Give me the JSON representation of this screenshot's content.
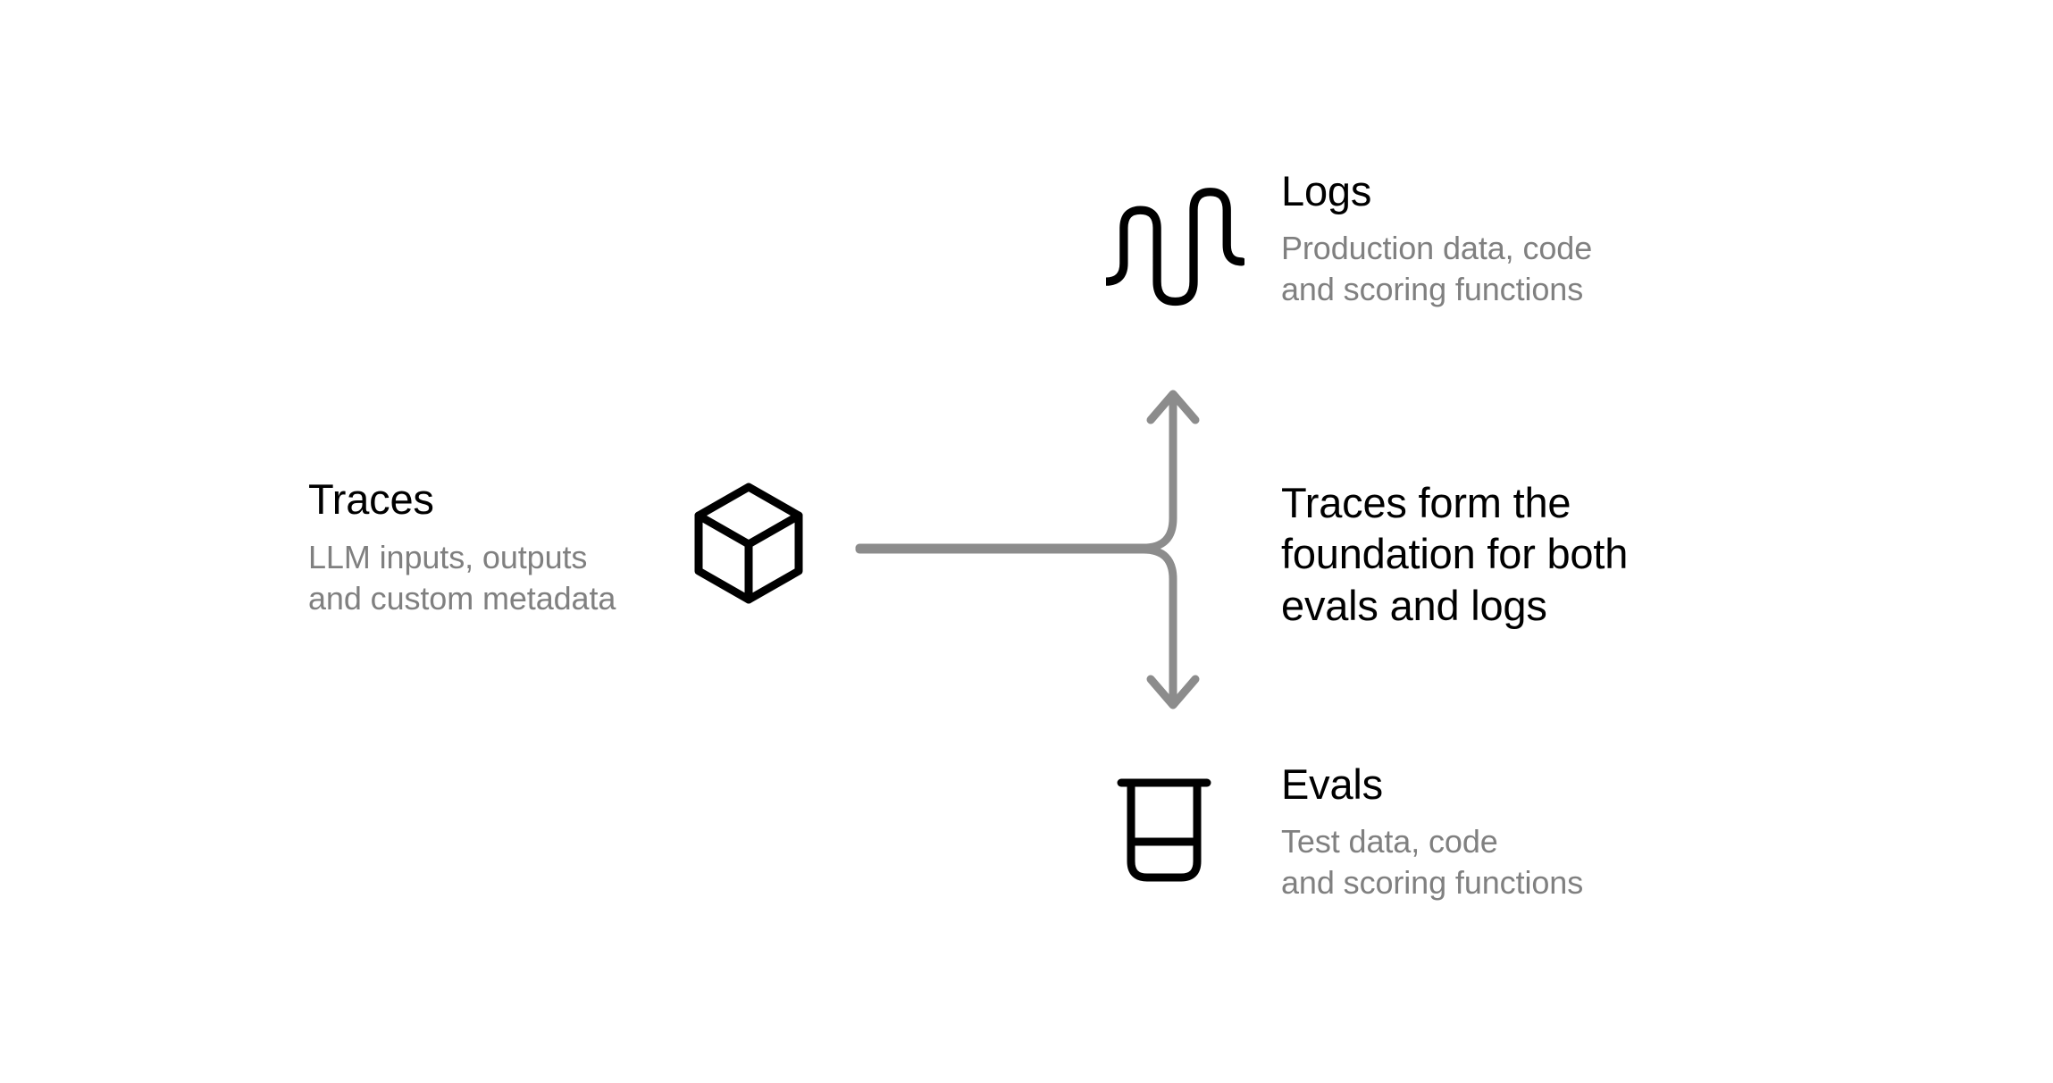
{
  "diagram": {
    "background_color": "#ffffff",
    "title_color": "#000000",
    "description_color": "#808080",
    "connector_color": "#8c8c8c",
    "icon_color": "#000000"
  },
  "traces": {
    "title": "Traces",
    "desc_line1": "LLM inputs, outputs",
    "desc_line2": "and custom metadata",
    "icon": "cube-icon"
  },
  "logs": {
    "title": "Logs",
    "desc_line1": "Production data, code",
    "desc_line2": "and scoring functions",
    "icon": "waveform-icon"
  },
  "evals": {
    "title": "Evals",
    "desc_line1": "Test data, code",
    "desc_line2": "and scoring functions",
    "icon": "beaker-icon"
  },
  "caption": {
    "line1": "Traces form the",
    "line2": "foundation for both",
    "line3": "evals and logs"
  },
  "connector": {
    "type": "split-arrow",
    "arrow_up_target": "logs",
    "arrow_down_target": "evals",
    "source": "traces"
  }
}
